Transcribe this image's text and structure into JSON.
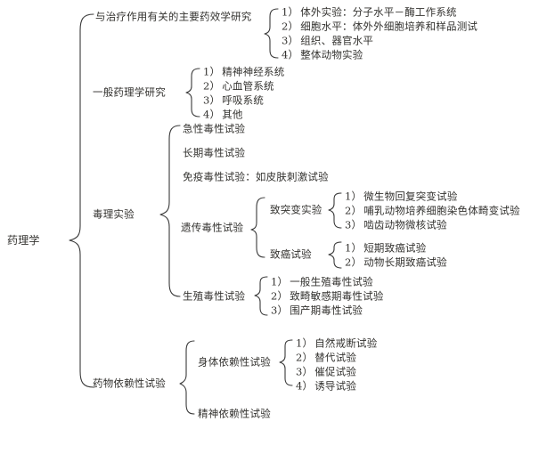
{
  "diagram": {
    "title_root": "药理学",
    "root": {
      "label": "药理学",
      "children": [
        {
          "label": "与治疗作用有关的主要药效学研究",
          "items": [
            {
              "num": "1）",
              "text": "体外实验：分子水平－酶工作系统"
            },
            {
              "num": "2）",
              "text": "细胞水平：体外外细胞培养和样品测试"
            },
            {
              "num": "3）",
              "text": "组织、器官水平"
            },
            {
              "num": "4）",
              "text": "整体动物实验"
            }
          ]
        },
        {
          "label": "一般药理学研究",
          "items": [
            {
              "num": "1）",
              "text": "精神神经系统"
            },
            {
              "num": "2）",
              "text": "心血管系统"
            },
            {
              "num": "3）",
              "text": "呼吸系统"
            },
            {
              "num": "4）",
              "text": "其他"
            }
          ]
        },
        {
          "label": "毒理实验",
          "plain_children": [
            "急性毒性试验",
            "长期毒性试验",
            "免疫毒性试验：如皮肤刺激试验"
          ],
          "genetic": {
            "label": "遗传毒性试验",
            "mutagenic": {
              "label": "致突变实验",
              "items": [
                {
                  "num": "1）",
                  "text": "微生物回复突变试验"
                },
                {
                  "num": "2）",
                  "text": "哺乳动物培养细胞染色体畸变试验"
                },
                {
                  "num": "3）",
                  "text": "啮齿动物微核试验"
                }
              ]
            },
            "carcinogenic": {
              "label": "致癌试验",
              "items": [
                {
                  "num": "1）",
                  "text": "短期致癌试验"
                },
                {
                  "num": "2）",
                  "text": "动物长期致癌试验"
                }
              ]
            }
          },
          "reproductive": {
            "label": "生殖毒性试验",
            "items": [
              {
                "num": "1）",
                "text": "一般生殖毒性试验"
              },
              {
                "num": "2）",
                "text": "致畸敏感期毒性试验"
              },
              {
                "num": "3）",
                "text": "围产期毒性试验"
              }
            ]
          }
        },
        {
          "label": "药物依赖性试验",
          "physical": {
            "label": "身体依赖性试验",
            "items": [
              {
                "num": "1）",
                "text": "自然戒断试验"
              },
              {
                "num": "2）",
                "text": "替代试验"
              },
              {
                "num": "3）",
                "text": "催促试验"
              },
              {
                "num": "4）",
                "text": "诱导试验"
              }
            ]
          },
          "psychological": {
            "label": "精神依赖性试验"
          }
        }
      ]
    },
    "style": {
      "line_color": "#3a3a3a",
      "text_color": "#33322f",
      "background": "#ffffff"
    }
  }
}
